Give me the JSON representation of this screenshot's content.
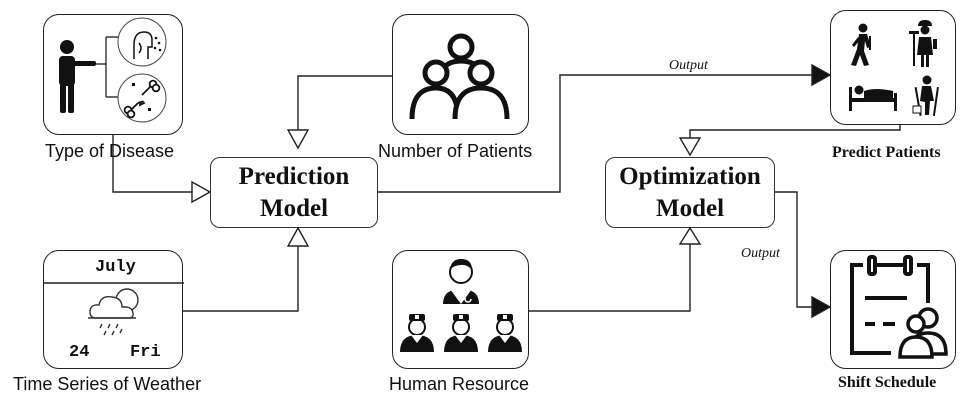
{
  "nodes": {
    "disease": {
      "label": "Type of Disease"
    },
    "patients_count": {
      "label": "Number of Patients"
    },
    "weather": {
      "label": "Time Series of Weather",
      "month": "July",
      "day": "24",
      "weekday": "Fri"
    },
    "human_resource": {
      "label": "Human Resource"
    },
    "prediction_model": {
      "line1": "Prediction",
      "line2": "Model"
    },
    "optimization_model": {
      "line1": "Optimization",
      "line2": "Model"
    },
    "predict_patients": {
      "label": "Predict Patients"
    },
    "shift_schedule": {
      "label": "Shift Schedule"
    }
  },
  "edges": {
    "output_top": "Output",
    "output_right": "Output"
  },
  "icons": {
    "disease": [
      "person-pointing-icon",
      "cough-icon",
      "broken-bone-icon"
    ],
    "patients": "group-of-people-icon",
    "weather": [
      "calendar-icon",
      "rain-cloud-icon"
    ],
    "human_resource": [
      "doctor-icon",
      "nurse-icon"
    ],
    "predict_patients": [
      "walking-patient-icon",
      "injured-worker-icon",
      "bed-patient-icon",
      "crutches-patient-icon"
    ],
    "shift_schedule": [
      "clipboard-icon",
      "staff-group-icon"
    ]
  }
}
